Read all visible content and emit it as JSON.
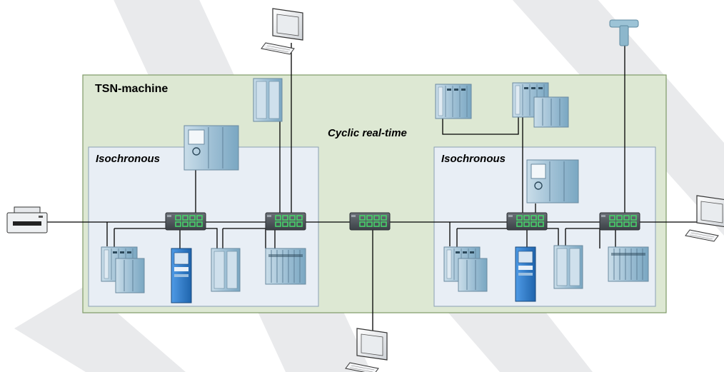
{
  "title": "TSN-machine",
  "labels": {
    "cyclic": "Cyclic real-time",
    "iso_left": "Isochronous",
    "iso_right": "Isochronous"
  },
  "colors": {
    "machine_fill": "#dde8d3",
    "machine_stroke": "#7f9a68",
    "iso_fill": "#e8eef5",
    "iso_stroke": "#8aa0b4",
    "switch_body": "#4a4f55",
    "port_green": "#47d36a",
    "io_blue": "#a8c7da",
    "drive_blue": "#2f7fd0",
    "watermark": "#e9eaec"
  },
  "icons": {
    "computer": "computer-icon",
    "printer": "printer-icon",
    "switch": "network-switch-icon",
    "plc": "plc-cpu-icon",
    "io": "io-module-icon",
    "drive": "drive-icon",
    "handheld": "handheld-scanner-icon"
  }
}
